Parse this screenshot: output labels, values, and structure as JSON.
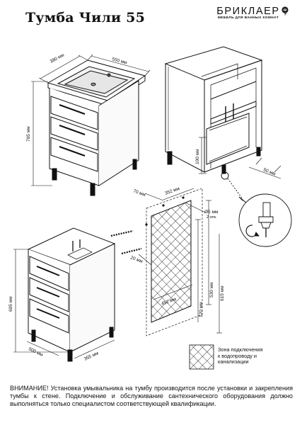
{
  "header": {
    "title": "Тумба Чили 55",
    "brand": "БРИКЛАЕР",
    "brand_tagline": "МЕБЕЛЬ ДЛЯ ВАННЫХ КОМНАТ",
    "brand_icon": "rose-icon"
  },
  "dimensions": {
    "top_depth": "380 мм",
    "top_width": "550 мм",
    "height_total": "765 мм",
    "plinth_height": "100 мм",
    "leg_offset": "50 мм",
    "bottom_height": "695 мм",
    "bottom_depth": "500 мм",
    "bottom_width": "355 мм",
    "hole_offset": "70 мм",
    "hole_span": "352 мм",
    "hole_diameter": "Ø5 мм",
    "hole_count": "2 отв.",
    "side_offset": "20 мм",
    "zone_width": "452 мм",
    "zone_top": "120 мм",
    "zone_height": "530 мм",
    "wall_height": "615 мм"
  },
  "legend": {
    "line1": "Зона подключения",
    "line2": "к водопроводу и",
    "line3": "канализации"
  },
  "warning": "ВНИМАНИЕ! Установка умывальника на тумбу производится после установки и закрепления тумбы к стене. Подключение и обслуживание сантехнического оборудования должно выполняться только специалистом соответствующей квалификации."
}
